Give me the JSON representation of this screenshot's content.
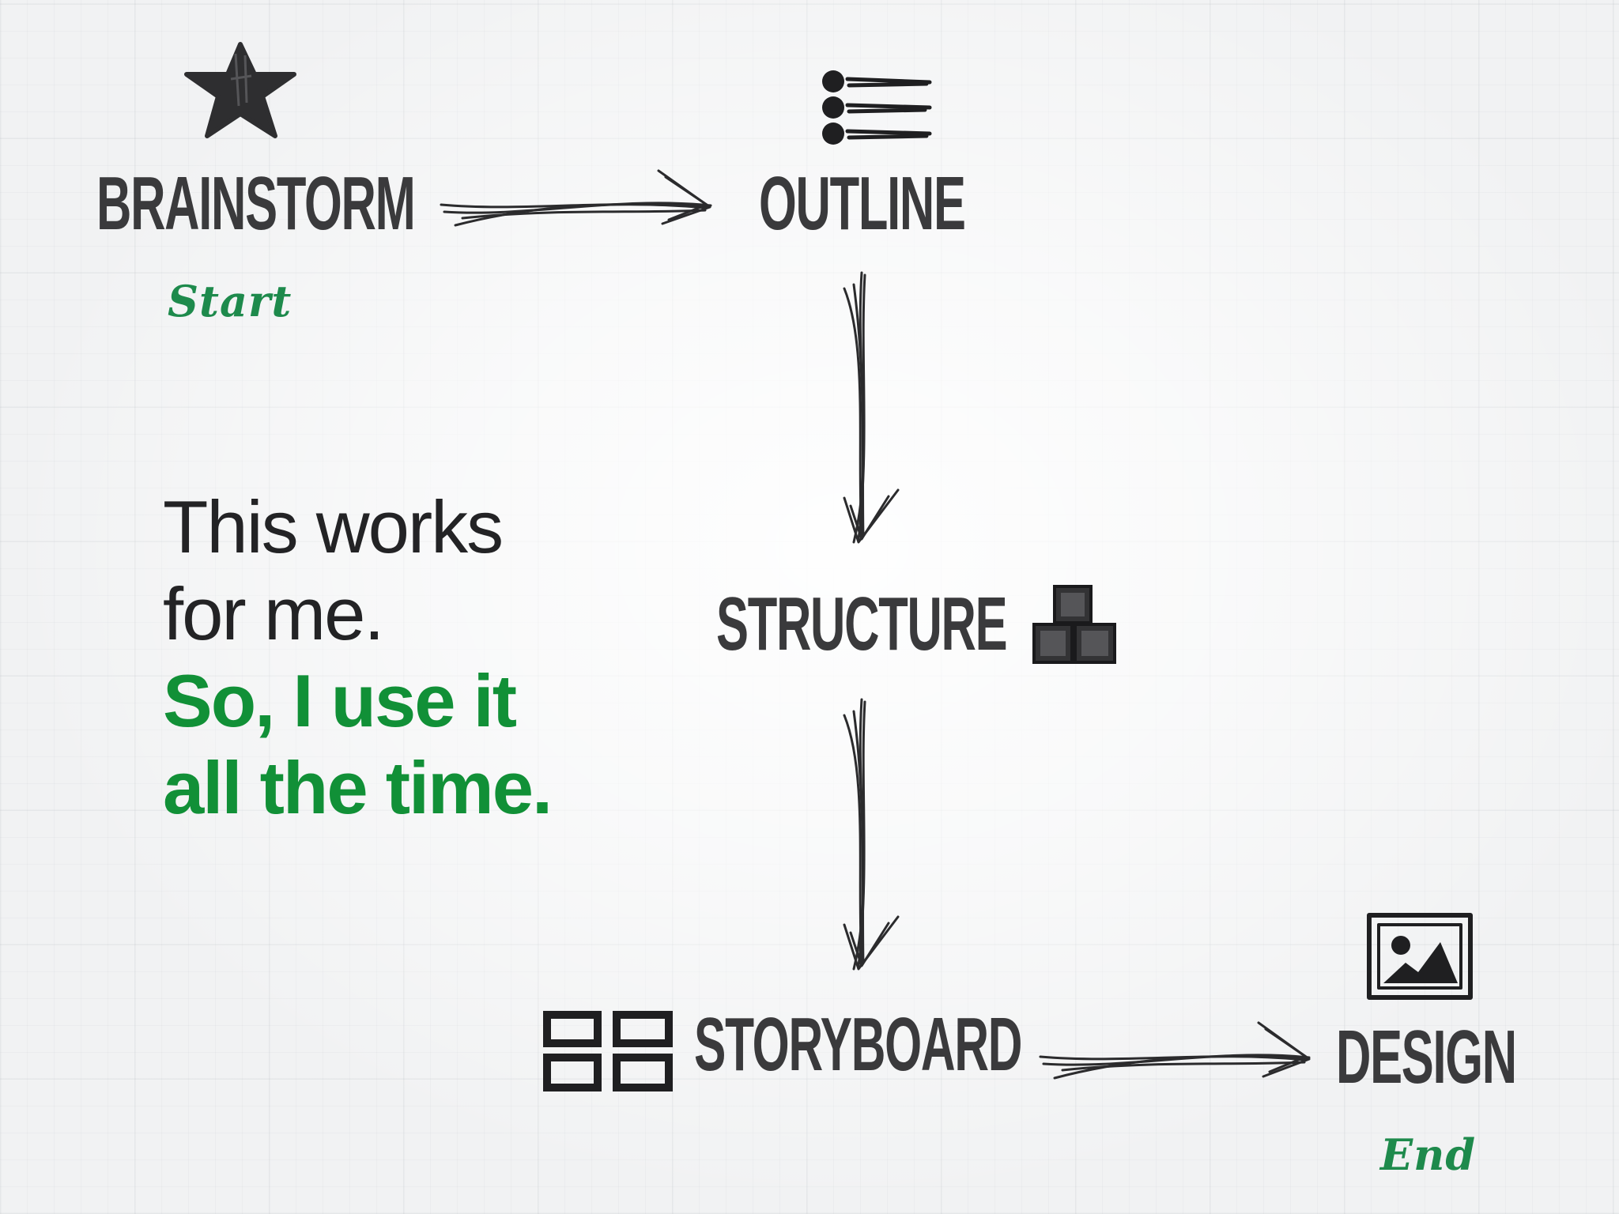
{
  "steps": {
    "brainstorm": "BRAINSTORM",
    "outline": "OUTLINE",
    "structure": "STRUCTURE",
    "storyboard": "STORYBOARD",
    "design": "DESIGN"
  },
  "labels": {
    "start": "Start",
    "end": "End"
  },
  "quote": {
    "line1": "This works",
    "line2": "for me.",
    "line3": "So, I use it",
    "line4": "all the time."
  },
  "icons": {
    "brainstorm": "star-icon",
    "outline": "bullet-list-icon",
    "structure": "stacked-blocks-icon",
    "storyboard": "storyboard-panels-icon",
    "design": "picture-frame-icon"
  },
  "colors": {
    "step_text": "#3a3a3c",
    "accent_green": "#119037",
    "tag_green": "#1e8a4c",
    "ink": "#2b2b2d"
  }
}
